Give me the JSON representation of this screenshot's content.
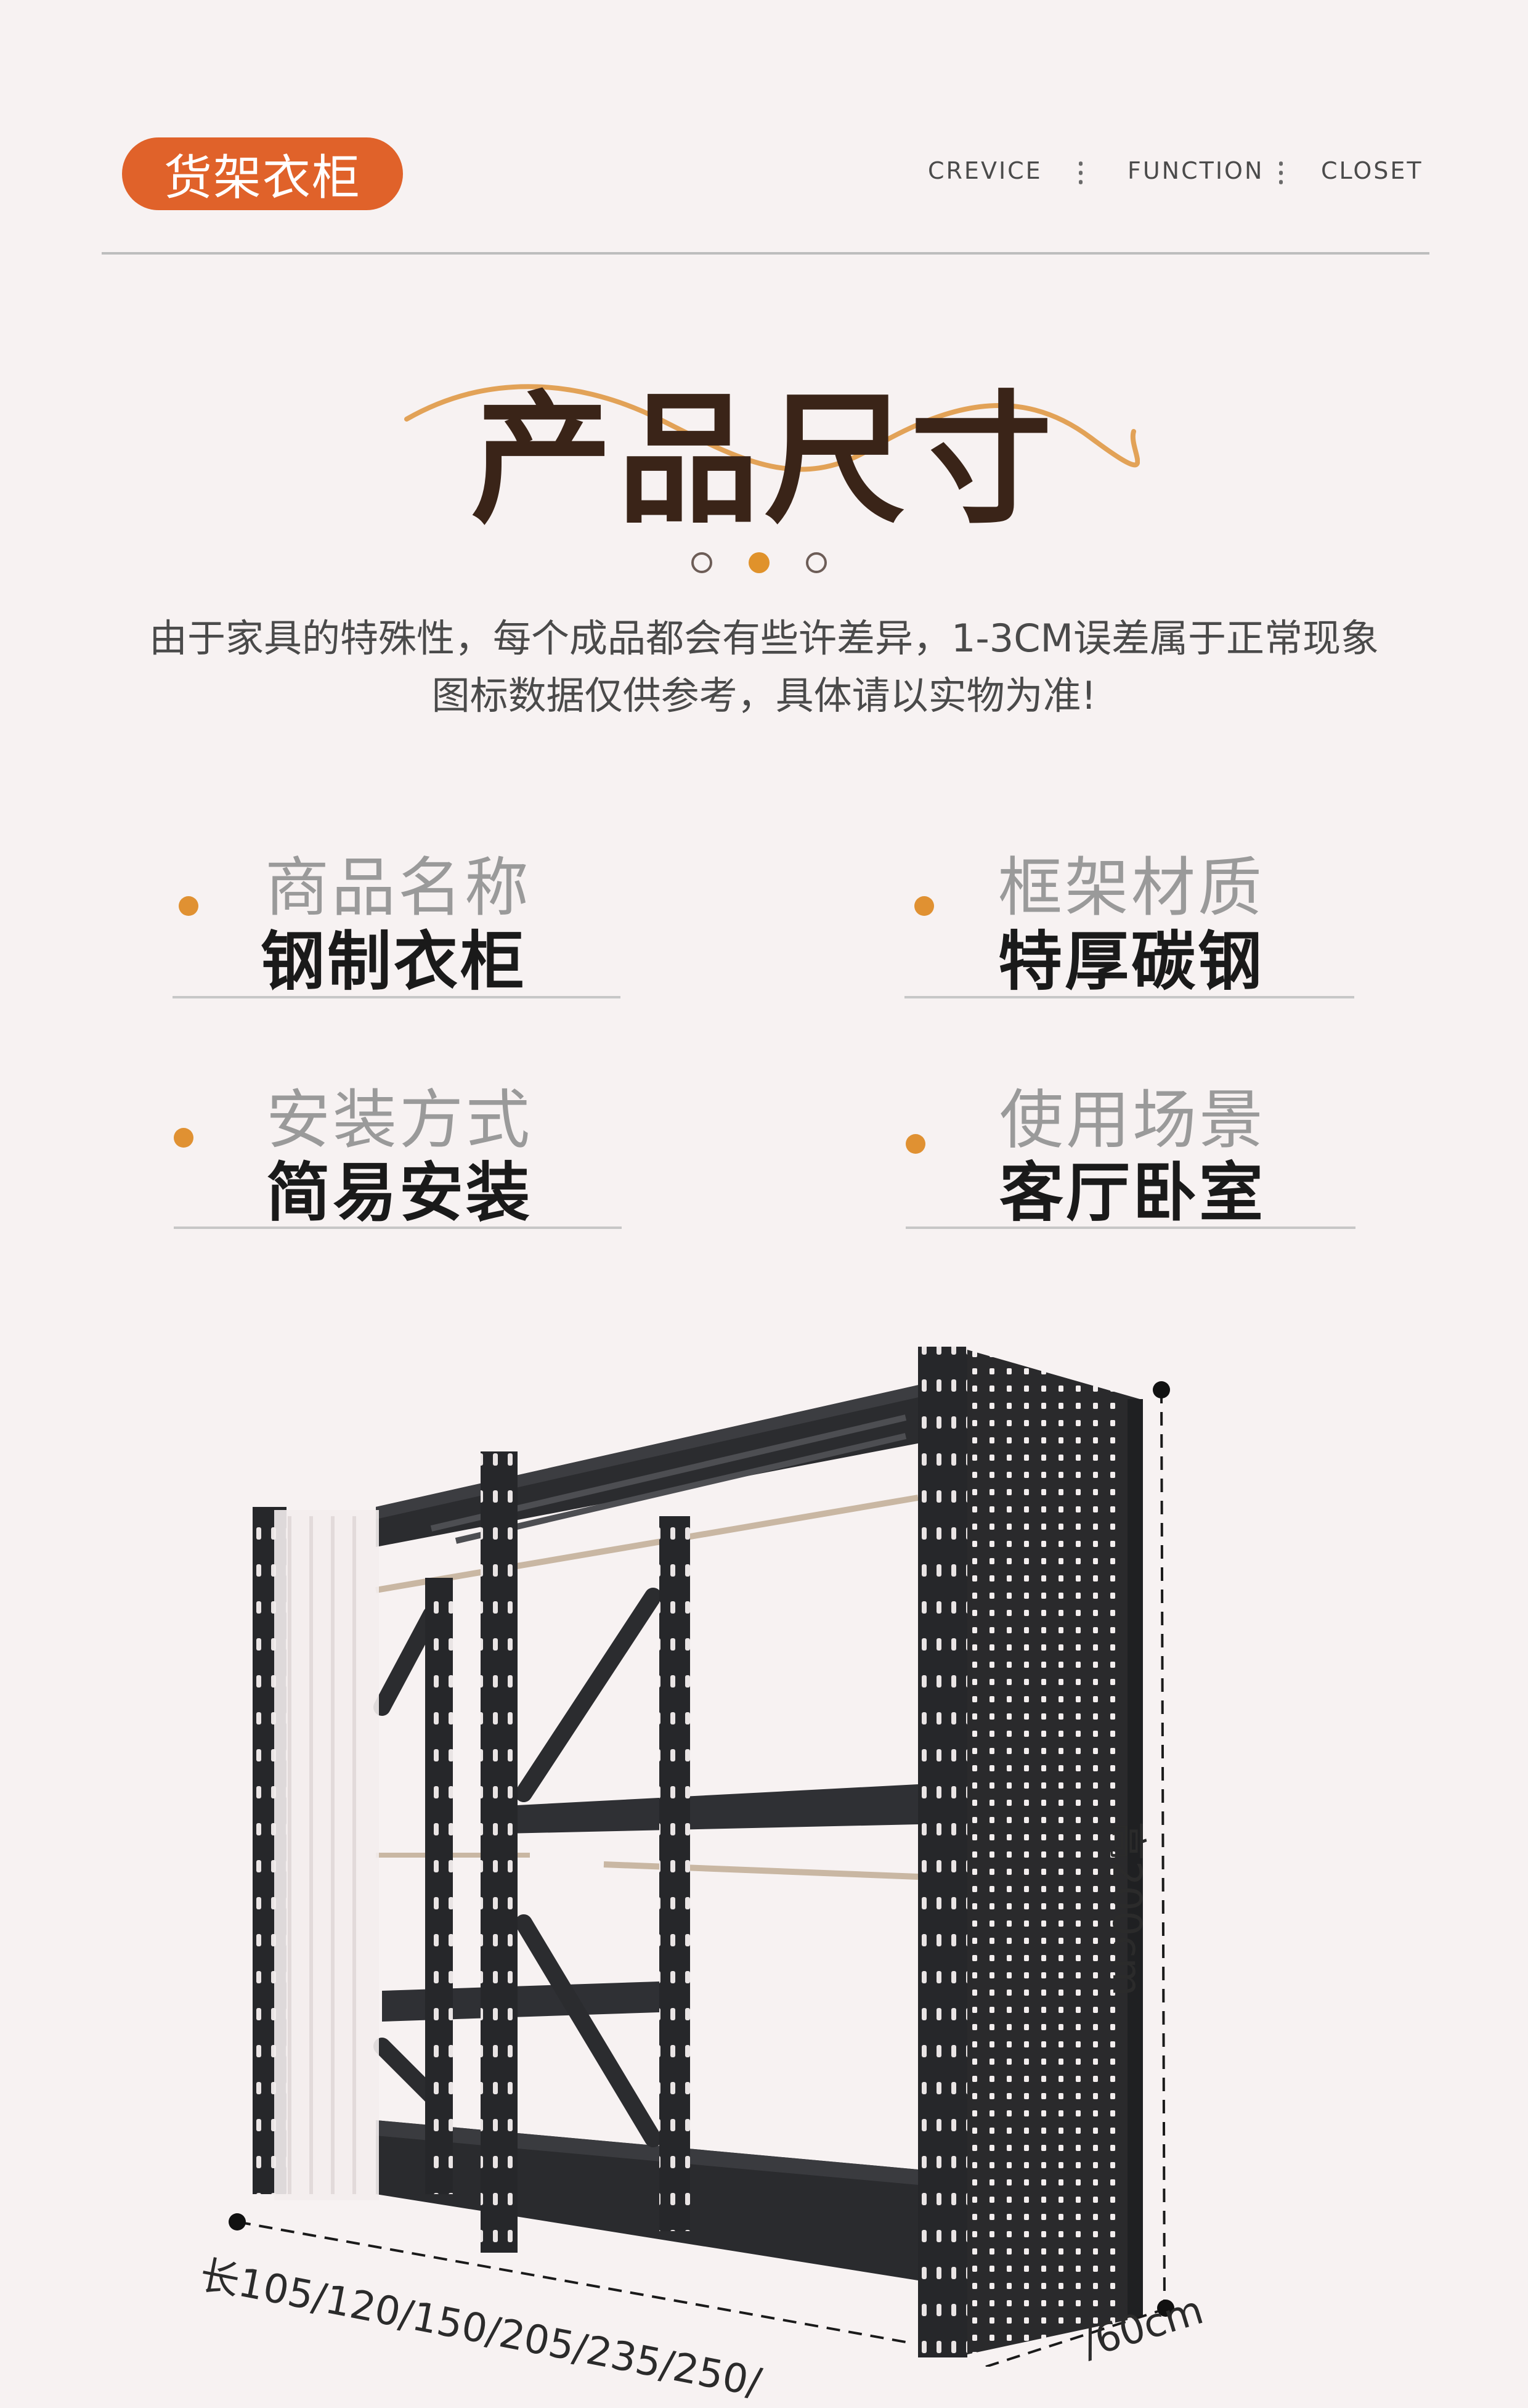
{
  "header": {
    "brand": "货架衣柜",
    "nav": [
      "CREVICE",
      "FUNCTION",
      "CLOSET"
    ]
  },
  "section": {
    "title": "产品尺寸",
    "note_line1": "由于家具的特殊性，每个成品都会有些许差异，1-3CM误差属于正常现象",
    "note_line2": "图标数据仅供参考，具体请以实物为准!"
  },
  "specs": [
    {
      "label": "商品名称",
      "value": "钢制衣柜"
    },
    {
      "label": "框架材质",
      "value": "特厚碳钢"
    },
    {
      "label": "安装方式",
      "value": "简易安装"
    },
    {
      "label": "使用场景",
      "value": "客厅卧室"
    }
  ],
  "dimensions": {
    "height": "高200cm",
    "length": "长105/120/150/205/235/250/",
    "depth": "/60cm"
  },
  "colors": {
    "accent_orange": "#e0622a",
    "bullet": "#e09132",
    "title_brown": "#3a2418"
  }
}
